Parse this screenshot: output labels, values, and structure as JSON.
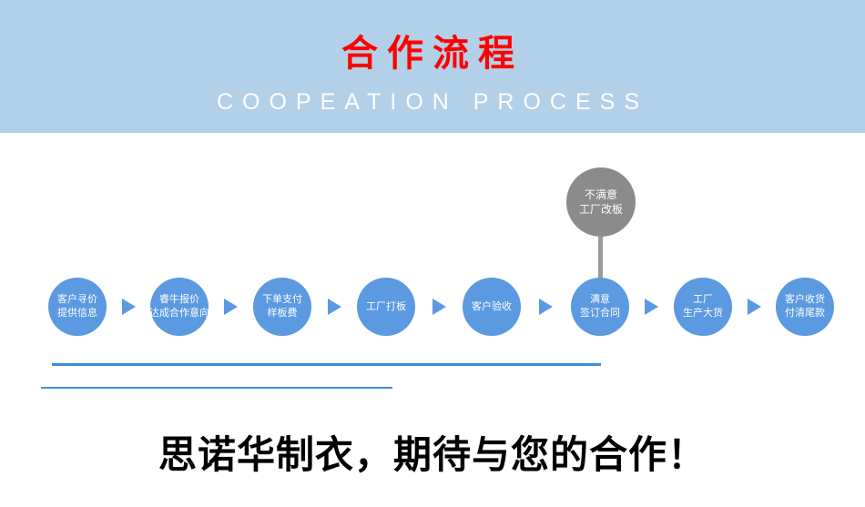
{
  "banner": {
    "title": "合作流程",
    "subtitle": "COOPEATION PROCESS"
  },
  "flow": {
    "steps": [
      {
        "line1": "客户寻价",
        "line2": "提供信息"
      },
      {
        "line1": "睿牛报价",
        "line2": "达成合作意向"
      },
      {
        "line1": "下单支付",
        "line2": "样板费"
      },
      {
        "line1": "工厂打板",
        "line2": ""
      },
      {
        "line1": "客户验收",
        "line2": ""
      },
      {
        "line1": "满意",
        "line2": "签订合同"
      },
      {
        "line1": "工厂",
        "line2": "生产大货"
      },
      {
        "line1": "客户收货",
        "line2": "付清尾款"
      }
    ],
    "branch": {
      "line1": "不满意",
      "line2": "工厂改板"
    }
  },
  "footer": {
    "slogan": "思诺华制衣，期待与您的合作！"
  },
  "colors": {
    "banner_bg": "#b3d0e9",
    "title_red": "#fe0000",
    "circle_blue": "#5b99e0",
    "branch_gray": "#8b8b8b",
    "line_blue": "#3e8ed9"
  }
}
